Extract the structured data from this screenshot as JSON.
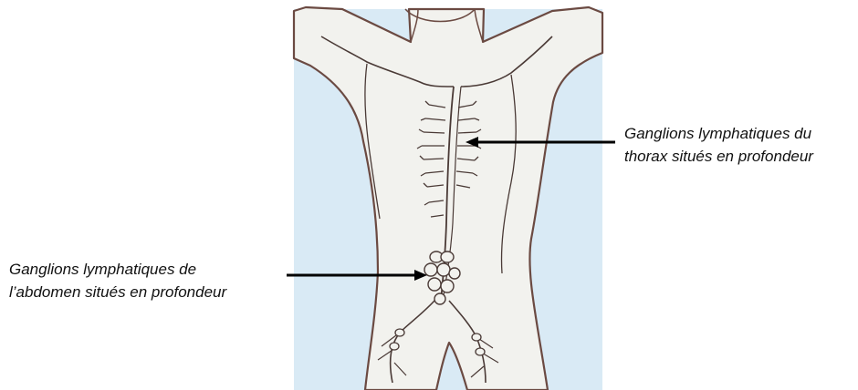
{
  "colors": {
    "background": "#ffffff",
    "panel": "#d9eaf5",
    "body_fill": "#f2f2ee",
    "outline": "#6b4a42",
    "vessel": "#4a3a36",
    "arrow": "#000000"
  },
  "labels": {
    "thorax": {
      "line1": "Ganglions lymphatiques du",
      "line2": "thorax situés en profondeur"
    },
    "abdomen": {
      "line1": "Ganglions lymphatiques de",
      "line2": "l’abdomen situés en profondeur"
    }
  }
}
